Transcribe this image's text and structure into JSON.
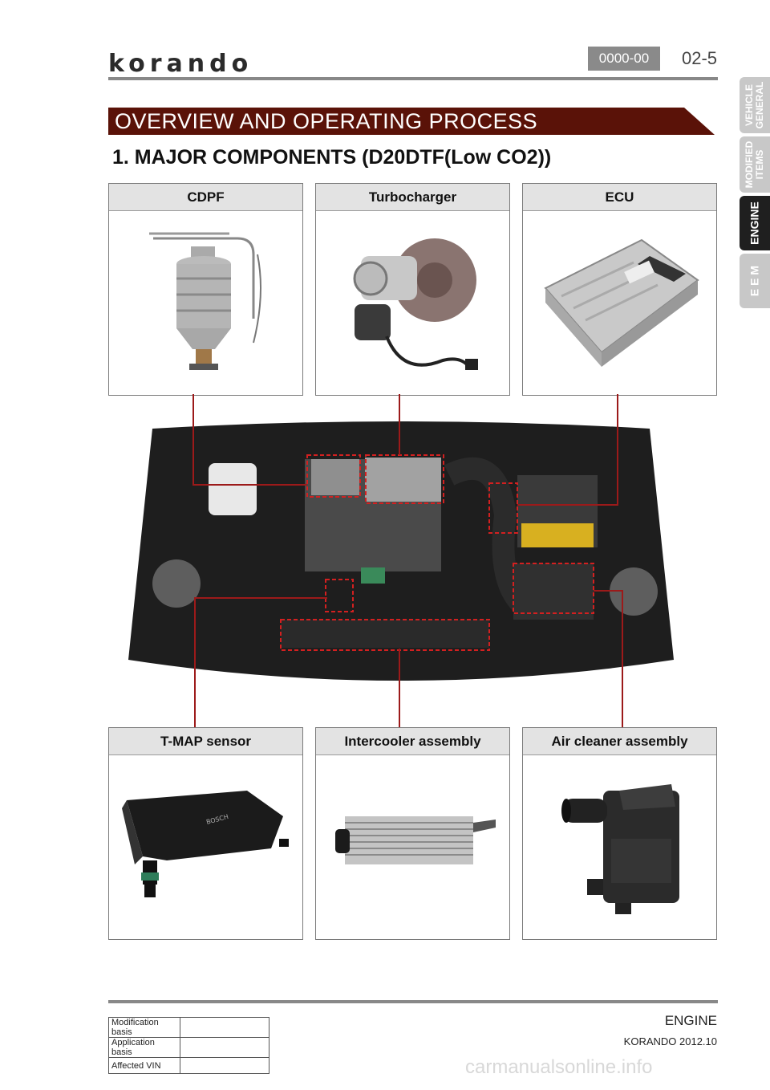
{
  "header": {
    "logo": "korando",
    "code": "0000-00",
    "page": "02-5"
  },
  "section_banner": "OVERVIEW AND OPERATING PROCESS",
  "heading": "1. MAJOR COMPONENTS (D20DTF(Low CO2))",
  "tabs": [
    {
      "label_lines": [
        "VEHICLE",
        "GENERAL"
      ],
      "active": false
    },
    {
      "label_lines": [
        "MODIFIED",
        "ITEMS"
      ],
      "active": false
    },
    {
      "label_lines": [
        "ENGINE"
      ],
      "active": true
    },
    {
      "label_lines": [
        "E E M"
      ],
      "active": false
    }
  ],
  "components_top": [
    {
      "title": "CDPF"
    },
    {
      "title": "Turbocharger"
    },
    {
      "title": "ECU"
    }
  ],
  "components_bottom": [
    {
      "title": "T-MAP sensor"
    },
    {
      "title": "Intercooler assembly"
    },
    {
      "title": "Air cleaner assembly"
    }
  ],
  "footer": {
    "section": "ENGINE",
    "model": "KORANDO 2012.10",
    "table": [
      {
        "label": "Modification basis",
        "value": ""
      },
      {
        "label": "Application basis",
        "value": ""
      },
      {
        "label": "Affected VIN",
        "value": ""
      }
    ]
  },
  "watermark": "carmanualsonline.info",
  "colors": {
    "banner": "#5a1208",
    "leader_line": "#9c1a1a",
    "active_tab": "#1f1f1f",
    "inactive_tab": "#c8c8c8"
  }
}
